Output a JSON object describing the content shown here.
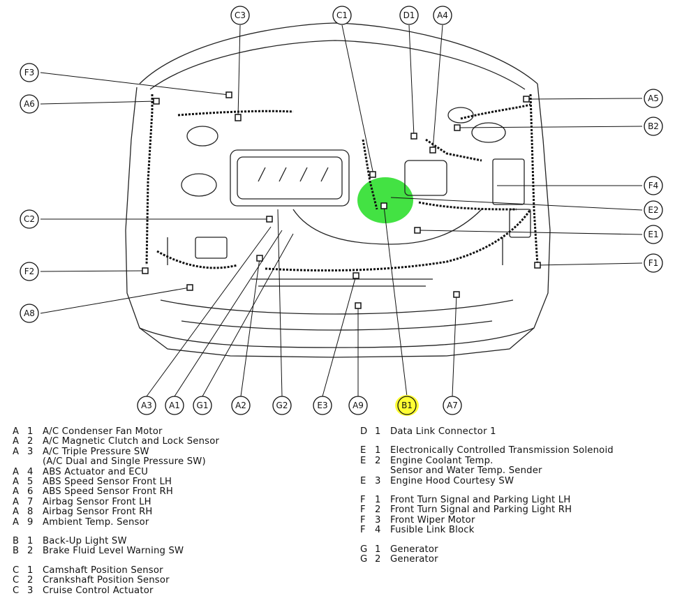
{
  "callouts": {
    "top": [
      "C3",
      "C1",
      "D1",
      "A4"
    ],
    "left": [
      "F3",
      "A6",
      "C2",
      "F2",
      "A8"
    ],
    "right": [
      "A5",
      "B2",
      "F4",
      "E2",
      "E1",
      "F1"
    ],
    "bottom": [
      "A3",
      "A1",
      "G1",
      "A2",
      "G2",
      "E3",
      "A9",
      "B1",
      "A7"
    ]
  },
  "highlights": {
    "yellow": "#ffff33",
    "green": "#22dd22"
  },
  "legend": {
    "left": [
      {
        "g": "A",
        "n": "1",
        "t": "A/C Condenser Fan Motor"
      },
      {
        "g": "A",
        "n": "2",
        "t": "A/C Magnetic Clutch and Lock Sensor"
      },
      {
        "g": "A",
        "n": "3",
        "t": "A/C Triple Pressure SW"
      },
      {
        "g": "",
        "n": "",
        "t": "(A/C Dual and Single Pressure SW)"
      },
      {
        "g": "A",
        "n": "4",
        "t": "ABS Actuator and ECU"
      },
      {
        "g": "A",
        "n": "5",
        "t": "ABS Speed Sensor Front LH"
      },
      {
        "g": "A",
        "n": "6",
        "t": "ABS Speed Sensor Front RH"
      },
      {
        "g": "A",
        "n": "7",
        "t": "Airbag Sensor Front LH"
      },
      {
        "g": "A",
        "n": "8",
        "t": "Airbag Sensor Front RH"
      },
      {
        "g": "A",
        "n": "9",
        "t": "Ambient Temp. Sensor"
      },
      {
        "g": "B",
        "n": "1",
        "t": "Back-Up Light SW"
      },
      {
        "g": "B",
        "n": "2",
        "t": "Brake Fluid Level Warning SW"
      },
      {
        "g": "C",
        "n": "1",
        "t": "Camshaft Position Sensor"
      },
      {
        "g": "C",
        "n": "2",
        "t": "Crankshaft Position Sensor"
      },
      {
        "g": "C",
        "n": "3",
        "t": "Cruise Control Actuator"
      }
    ],
    "right": [
      {
        "g": "D",
        "n": "1",
        "t": "Data Link Connector 1"
      },
      {
        "g": "E",
        "n": "1",
        "t": "Electronically Controlled Transmission Solenoid"
      },
      {
        "g": "E",
        "n": "2",
        "t": "Engine Coolant Temp."
      },
      {
        "g": "",
        "n": "",
        "t": "Sensor and Water Temp. Sender"
      },
      {
        "g": "E",
        "n": "3",
        "t": "Engine Hood Courtesy SW"
      },
      {
        "g": "F",
        "n": "1",
        "t": "Front Turn Signal and Parking Light LH"
      },
      {
        "g": "F",
        "n": "2",
        "t": "Front Turn Signal and Parking Light RH"
      },
      {
        "g": "F",
        "n": "3",
        "t": "Front Wiper Motor"
      },
      {
        "g": "F",
        "n": "4",
        "t": "Fusible Link Block"
      },
      {
        "g": "G",
        "n": "1",
        "t": "Generator"
      },
      {
        "g": "G",
        "n": "2",
        "t": "Generator"
      }
    ]
  }
}
